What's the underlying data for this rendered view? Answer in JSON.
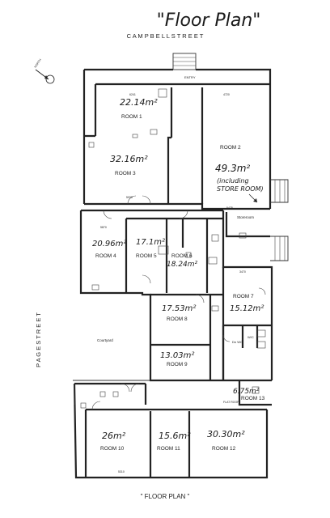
{
  "title_handwritten": "\"Floor Plan\"",
  "street_top": "C A M P B E L L        S T R E E T",
  "street_left": "P A G E      S T R E E T",
  "footer": "\" FLOOR PLAN \"",
  "north_label": "NORTH",
  "labels": {
    "entry": "ENTRY",
    "courtyard": "Courtyard",
    "storeroom": "Storeroom",
    "flat_roof": "FLAT ROOF",
    "dn_wc": "Dn WC",
    "wc": "W/C",
    "dimension_room1": "6241",
    "dimension_room2": "4720",
    "dimension_room3": "5930",
    "dimension_room4": "5870",
    "dimension_room6": "5475",
    "dimension_room7": "3470",
    "dimension_room10": "5310"
  },
  "rooms": [
    {
      "id": "room-1",
      "name": "ROOM 1",
      "area": "22.14m²"
    },
    {
      "id": "room-2",
      "name": "ROOM 2",
      "area": "49.3m²",
      "note": "(including STORE ROOM)"
    },
    {
      "id": "room-3",
      "name": "ROOM 3",
      "area": "32.16m²"
    },
    {
      "id": "room-4",
      "name": "ROOM 4",
      "area": "20.96m²"
    },
    {
      "id": "room-5",
      "name": "ROOM 5",
      "area": "17.1m²"
    },
    {
      "id": "room-6",
      "name": "ROOM 6",
      "area": "18.24m²"
    },
    {
      "id": "room-7",
      "name": "ROOM 7",
      "area": "15.12m²"
    },
    {
      "id": "room-8",
      "name": "ROOM 8",
      "area": "17.53m²"
    },
    {
      "id": "room-9",
      "name": "ROOM 9",
      "area": "13.03m²"
    },
    {
      "id": "room-10",
      "name": "ROOM 10",
      "area": "26m²"
    },
    {
      "id": "room-11",
      "name": "ROOM 11",
      "area": "15.6m²"
    },
    {
      "id": "room-12",
      "name": "ROOM 12",
      "area": "30.30m²"
    },
    {
      "id": "room-13",
      "name": "ROOM 13",
      "area": "6.75m²"
    }
  ]
}
